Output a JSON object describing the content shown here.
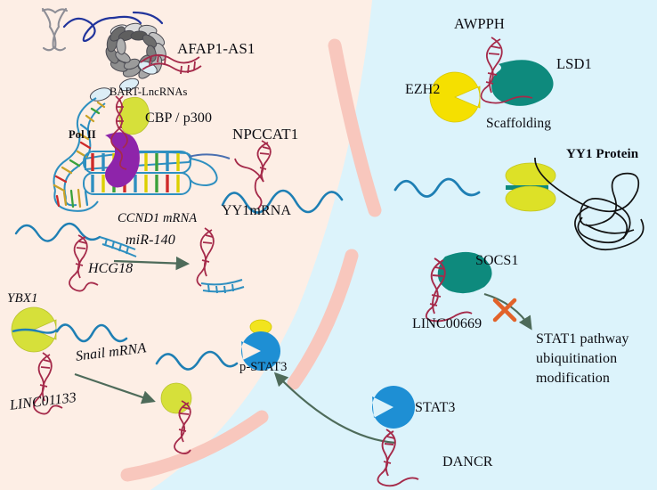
{
  "figure": {
    "type": "biological-pathway-diagram",
    "description": "LncRNA regulatory mechanisms in a cell: nuclear transcription, cytoplasmic mRNA regulation and extracellular protein scaffolding",
    "compartments": [
      {
        "name": "intracellular",
        "color": "#fdeee5",
        "label": ""
      },
      {
        "name": "extracellular",
        "color": "#dcf3fb",
        "label": ""
      },
      {
        "name": "cell-membrane",
        "color": "#f8c7bd",
        "label": ""
      }
    ]
  },
  "colors": {
    "intracellular_bg": "#fdeee5",
    "extracellular_bg": "#dcf3fb",
    "membrane": "#f8c7bd",
    "lncrna": "#a52a4a",
    "mrna": "#1e7fb4",
    "dna_backbone": "#2e8fc0",
    "pol2": "#8e24aa",
    "cbp_p300": "#d6e03a",
    "ezh2": "#f5e000",
    "lsd1": "#0e8a7d",
    "socs1": "#0e8a7d",
    "stat3": "#1e8fd4",
    "ybx1": "#d6e03a",
    "yy1_disc": "#dde127",
    "arrow": "#4e6b5a",
    "block_cross": "#e2622a",
    "histone": "#9a9a9a",
    "text": "#0c0c12"
  },
  "labels": {
    "afap1_as1": "AFAP1-AS1",
    "bart_lncrnas": "BART-LncRNAs",
    "cbp_p300": "CBP / p300",
    "pol2": "Pol II",
    "npccat1": "NPCCAT1",
    "yy1_mrna": "YY1mRNA",
    "ccnd1_mrna": "CCND1 mRNA",
    "mir_140": "miR-140",
    "hcg18": "HCG18",
    "ybx1": "YBX1",
    "snail_mrna": "Snail mRNA",
    "linc01133": "LINC01133",
    "p_stat3": "p-STAT3",
    "awpph": "AWPPH",
    "ezh2": "EZH2",
    "lsd1": "LSD1",
    "scaffolding": "Scaffolding",
    "yy1_protein": "YY1 Protein",
    "socs1": "SOCS1",
    "linc00669": "LINC00669",
    "stat1_pathway_line1": "STAT1 pathway",
    "stat1_pathway_line2": "ubiquitination",
    "stat1_pathway_line3": "modification",
    "stat3": "STAT3",
    "dancr": "DANCR"
  },
  "icons": {
    "chromosome": "chromosome-x-icon",
    "nucleosome": "nucleosome-coil-icon",
    "dna_helix": "dna-double-helix-icon",
    "lncrna_helix": "lncrna-hairpin-icon",
    "mrna_wave": "mrna-wave-icon",
    "pol2_shape": "rna-polymerase-ii-icon",
    "protein_blob": "protein-blob-icon",
    "pacman_protein": "pacman-protein-icon",
    "phosphate": "phosphate-group-icon",
    "tangle": "protein-tangle-icon",
    "block": "inhibition-cross-icon",
    "arrow": "arrow-icon"
  },
  "entities": [
    {
      "id": "afap1-as1",
      "label": "AFAP1-AS1",
      "kind": "lncRNA",
      "compartment": "intracellular"
    },
    {
      "id": "bart-lncrnas",
      "label": "BART-LncRNAs",
      "kind": "lncRNA",
      "compartment": "intracellular"
    },
    {
      "id": "cbp-p300",
      "label": "CBP / p300",
      "kind": "protein",
      "compartment": "intracellular"
    },
    {
      "id": "pol-ii",
      "label": "Pol II",
      "kind": "protein",
      "compartment": "intracellular"
    },
    {
      "id": "npccat1",
      "label": "NPCCAT1",
      "kind": "lncRNA",
      "compartment": "intracellular"
    },
    {
      "id": "yy1-mrna",
      "label": "YY1mRNA",
      "kind": "mRNA",
      "compartment": "intracellular"
    },
    {
      "id": "ccnd1-mrna",
      "label": "CCND1 mRNA",
      "kind": "mRNA",
      "compartment": "intracellular"
    },
    {
      "id": "mir-140",
      "label": "miR-140",
      "kind": "miRNA",
      "compartment": "intracellular"
    },
    {
      "id": "hcg18",
      "label": "HCG18",
      "kind": "lncRNA",
      "compartment": "intracellular"
    },
    {
      "id": "ybx1",
      "label": "YBX1",
      "kind": "protein",
      "compartment": "intracellular"
    },
    {
      "id": "snail-mrna",
      "label": "Snail mRNA",
      "kind": "mRNA",
      "compartment": "intracellular"
    },
    {
      "id": "linc01133",
      "label": "LINC01133",
      "kind": "lncRNA",
      "compartment": "intracellular"
    },
    {
      "id": "p-stat3",
      "label": "p-STAT3",
      "kind": "protein",
      "compartment": "intracellular"
    },
    {
      "id": "awpph",
      "label": "AWPPH",
      "kind": "lncRNA",
      "compartment": "extracellular"
    },
    {
      "id": "ezh2",
      "label": "EZH2",
      "kind": "protein",
      "compartment": "extracellular"
    },
    {
      "id": "lsd1",
      "label": "LSD1",
      "kind": "protein",
      "compartment": "extracellular"
    },
    {
      "id": "yy1-protein",
      "label": "YY1 Protein",
      "kind": "protein",
      "compartment": "extracellular"
    },
    {
      "id": "socs1",
      "label": "SOCS1",
      "kind": "protein",
      "compartment": "extracellular"
    },
    {
      "id": "linc00669",
      "label": "LINC00669",
      "kind": "lncRNA",
      "compartment": "extracellular"
    },
    {
      "id": "stat3",
      "label": "STAT3",
      "kind": "protein",
      "compartment": "extracellular"
    },
    {
      "id": "dancr",
      "label": "DANCR",
      "kind": "lncRNA",
      "compartment": "extracellular"
    }
  ],
  "relations": [
    {
      "from": "hcg18",
      "to": "mir-140",
      "type": "arrow"
    },
    {
      "from": "linc01133",
      "to": "ybx1",
      "type": "arrow"
    },
    {
      "from": "dancr",
      "to": "p-stat3",
      "type": "arrow"
    },
    {
      "from": "linc00669",
      "to": "stat1-pathway",
      "type": "blocked-arrow"
    }
  ]
}
